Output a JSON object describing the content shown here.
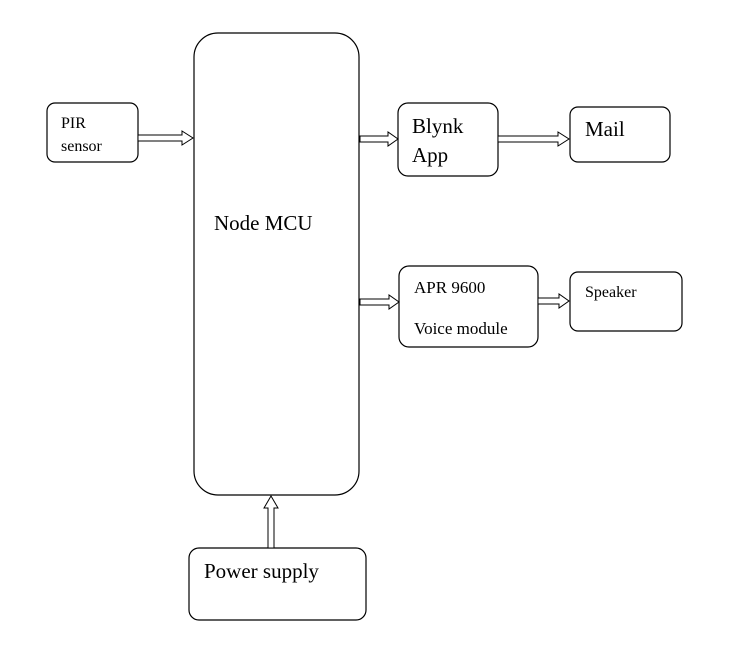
{
  "blocks": {
    "pir": {
      "line1": "PIR",
      "line2": "sensor"
    },
    "node_mcu": {
      "label": "Node MCU"
    },
    "blynk": {
      "line1": "Blynk",
      "line2": "App"
    },
    "mail": {
      "label": "Mail"
    },
    "apr": {
      "line1": "APR 9600",
      "line2": "Voice module"
    },
    "speaker": {
      "label": "Speaker"
    },
    "power": {
      "label": "Power supply"
    }
  }
}
